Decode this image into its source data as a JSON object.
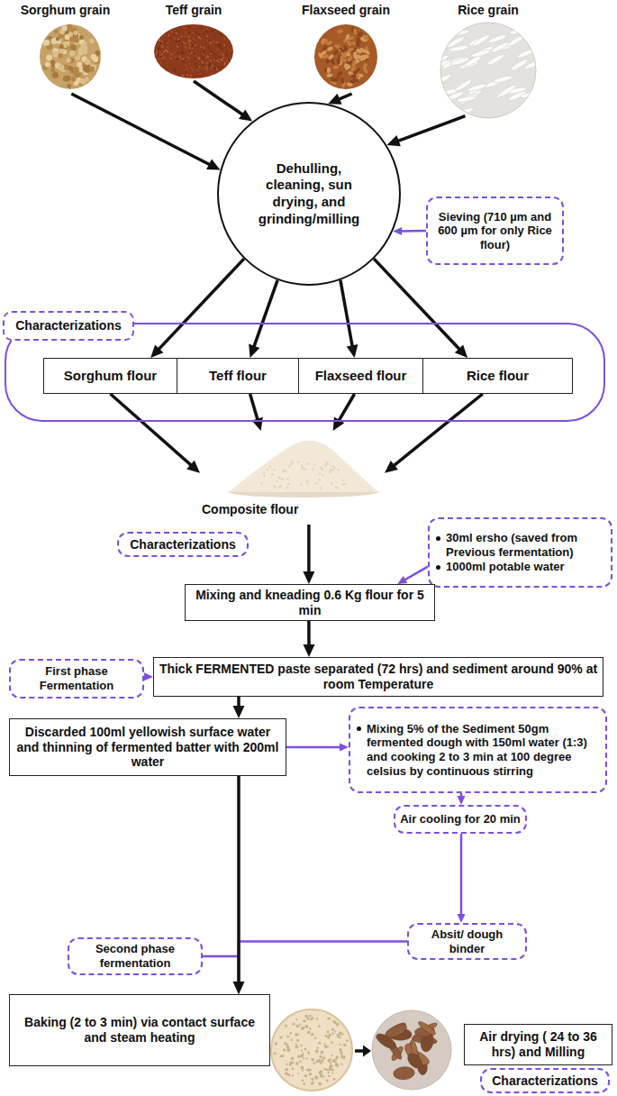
{
  "diagram": {
    "nodes": [
      {
        "text": [
          "Sorghum grain"
        ]
      },
      {
        "text": [
          "Teff grain"
        ]
      },
      {
        "text": [
          "Flaxseed grain"
        ]
      },
      {
        "text": [
          "Rice grain"
        ]
      },
      {
        "text": [
          "Dehulling, cleaning, sun drying, and grinding/milling"
        ]
      },
      {
        "text": [
          "Sieving (710 µm and 600 µm for only Rice flour)"
        ]
      },
      {
        "text": [
          "Characterizations"
        ]
      },
      {
        "text": [
          "Sorghum flour"
        ],
        "in": 6
      },
      {
        "text": [
          "Teff flour"
        ],
        "in": 6
      },
      {
        "text": [
          "Flaxseed flour"
        ],
        "in": 6
      },
      {
        "text": [
          "Rice flour"
        ],
        "in": 6
      },
      {
        "text": [
          "Composite flour"
        ]
      },
      {
        "text": [
          "Characterizations"
        ]
      },
      {
        "text": [
          "30ml ersho (saved from Previous fermentation)",
          "1000ml potable water"
        ]
      },
      {
        "text": [
          "Mixing and kneading 0.6 Kg flour for 5 min"
        ]
      },
      {
        "text": [
          "First phase Fermentation"
        ]
      },
      {
        "text": [
          "Thick FERMENTED paste separated (72 hrs) and sediment around 90% at room Temperature"
        ]
      },
      {
        "text": [
          "Discarded 100ml yellowish surface water and thinning of fermented batter with 200ml water"
        ]
      },
      {
        "text": [
          "Mixing 5% of the Sediment 50gm fermented dough with 150ml water (1:3) and cooking 2 to 3 min at 100 degree celsius by continuous stirring"
        ]
      },
      {
        "text": [
          "Air cooling for 20 min"
        ]
      },
      {
        "text": [
          "Absit/ dough binder"
        ]
      },
      {
        "text": [
          "Second phase fermentation"
        ]
      },
      {
        "text": [
          "Baking (2 to 3 min) via contact surface and steam heating"
        ]
      },
      {
        "text": [
          "Air drying ( 24 to 36 hrs) and Milling"
        ]
      },
      {
        "text": [
          "Characterizations"
        ]
      }
    ],
    "edges": [
      {
        "from": 0,
        "to": 4,
        "arrow": "to"
      },
      {
        "from": 1,
        "to": 4,
        "arrow": "to"
      },
      {
        "from": 2,
        "to": 4,
        "arrow": "to"
      },
      {
        "from": 3,
        "to": 4,
        "arrow": "to"
      },
      {
        "from": 5,
        "to": 4,
        "arrow": "to"
      },
      {
        "from": 4,
        "to": 7,
        "arrow": "to"
      },
      {
        "from": 4,
        "to": 8,
        "arrow": "to"
      },
      {
        "from": 4,
        "to": 9,
        "arrow": "to"
      },
      {
        "from": 4,
        "to": 10,
        "arrow": "to"
      },
      {
        "from": 7,
        "to": 11,
        "arrow": "to"
      },
      {
        "from": 8,
        "to": 11,
        "arrow": "to"
      },
      {
        "from": 9,
        "to": 11,
        "arrow": "to"
      },
      {
        "from": 10,
        "to": 11,
        "arrow": "to"
      },
      {
        "from": 11,
        "to": 14,
        "arrow": "to"
      },
      {
        "from": 13,
        "to": 14,
        "arrow": "to"
      },
      {
        "from": 14,
        "to": 16,
        "arrow": "to"
      },
      {
        "from": 15,
        "to": 16,
        "arrow": "to"
      },
      {
        "from": 16,
        "to": 17,
        "arrow": "to"
      },
      {
        "from": 17,
        "to": 18,
        "arrow": "to"
      },
      {
        "from": 18,
        "to": 19,
        "arrow": "to"
      },
      {
        "from": 19,
        "to": 20,
        "arrow": "to"
      },
      {
        "from": 17,
        "to": 22,
        "arrow": "to"
      },
      {
        "from": 20,
        "to": 22,
        "arrow": "to"
      },
      {
        "from": 21,
        "to": 22,
        "arrow": "to"
      },
      {
        "from": 22,
        "to": 23,
        "arrow": "to"
      }
    ]
  }
}
